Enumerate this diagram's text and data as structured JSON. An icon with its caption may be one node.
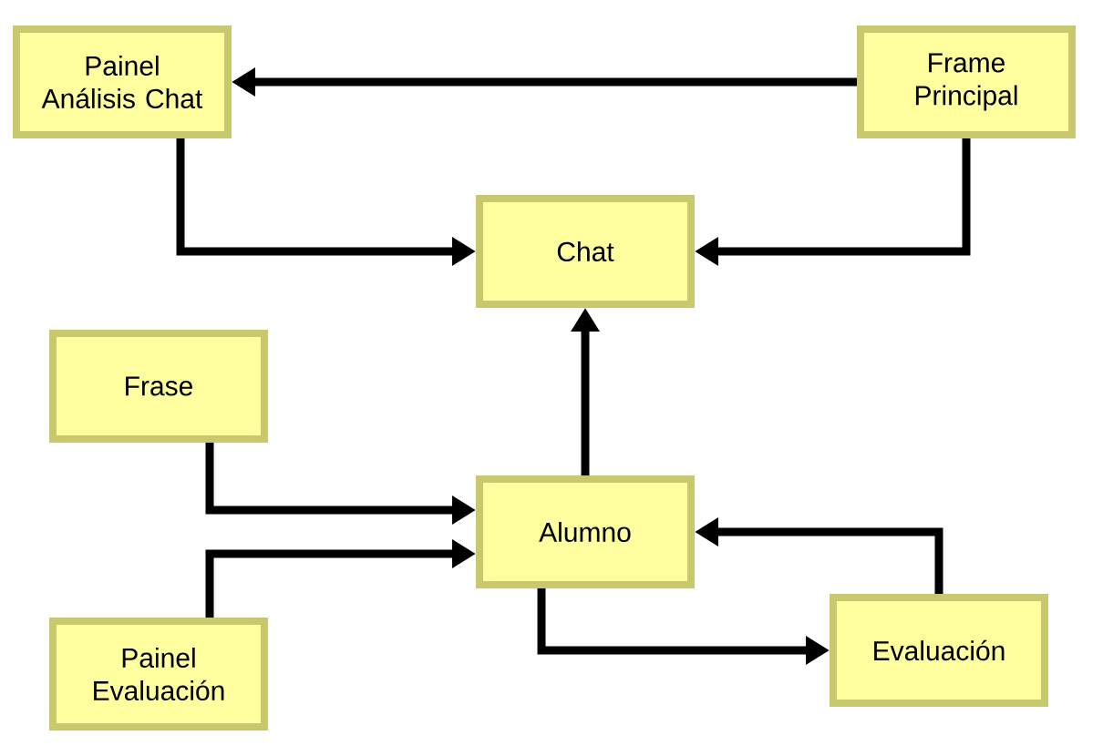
{
  "diagram": {
    "nodes": [
      {
        "text": [
          "Painel Análisis Chat"
        ]
      },
      {
        "text": [
          "Frame Principal"
        ]
      },
      {
        "text": [
          "Chat"
        ]
      },
      {
        "text": [
          "Frase"
        ]
      },
      {
        "text": [
          "Alumno"
        ]
      },
      {
        "text": [
          "Painel Evaluación"
        ]
      },
      {
        "text": [
          "Evaluación"
        ]
      }
    ],
    "edges": [
      {
        "from": 1,
        "to": 0,
        "arrow": "to"
      },
      {
        "from": 0,
        "to": 2,
        "arrow": "to"
      },
      {
        "from": 1,
        "to": 2,
        "arrow": "to"
      },
      {
        "from": 4,
        "to": 2,
        "arrow": "to"
      },
      {
        "from": 3,
        "to": 4,
        "arrow": "to"
      },
      {
        "from": 5,
        "to": 4,
        "arrow": "to"
      },
      {
        "from": 4,
        "to": 6,
        "arrow": "to"
      },
      {
        "from": 6,
        "to": 4,
        "arrow": "to"
      }
    ]
  }
}
